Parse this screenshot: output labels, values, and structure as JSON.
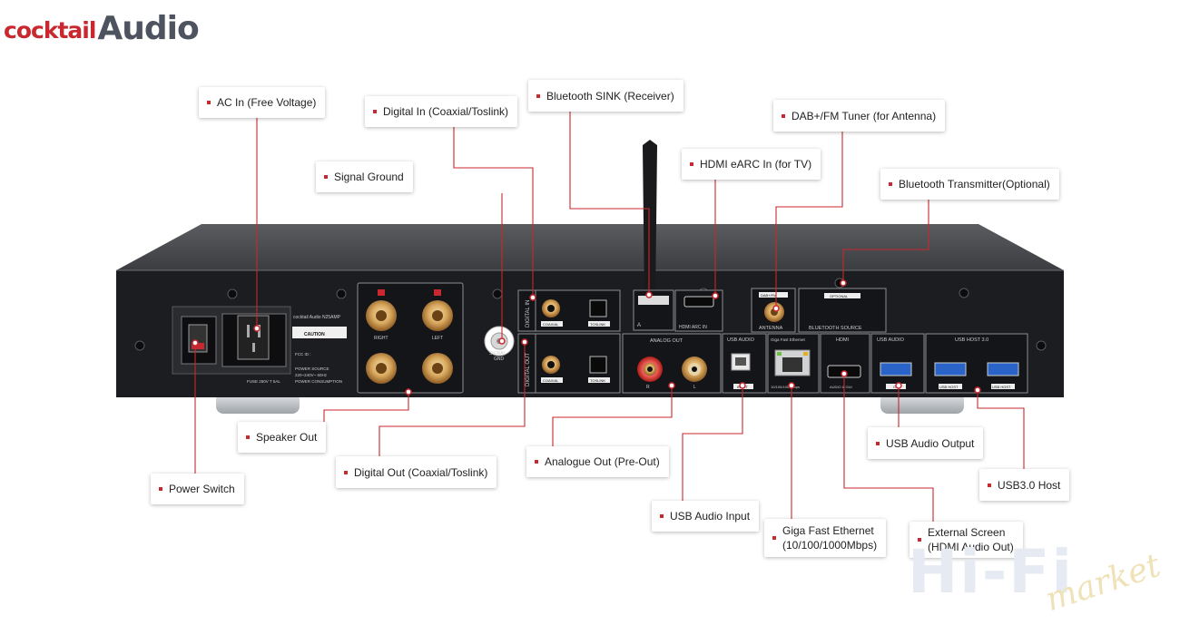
{
  "brand": {
    "part1": "cocktail",
    "part2": "Audio"
  },
  "callouts": {
    "ac_in": "AC In (Free Voltage)",
    "digital_in": "Digital In (Coaxial/Toslink)",
    "bt_sink": "Bluetooth SINK (Receiver)",
    "dab": "DAB+/FM Tuner (for Antenna)",
    "signal_ground": "Signal Ground",
    "hdmi_earc": "HDMI eARC In (for TV)",
    "bt_tx": "Bluetooth  Transmitter(Optional)",
    "speaker_out": "Speaker Out",
    "power_switch": "Power Switch",
    "digital_out": "Digital Out (Coaxial/Toslink)",
    "analogue_out": "Analogue Out (Pre-Out)",
    "usb_audio_input": "USB Audio Input",
    "ethernet_line1": "Giga Fast Ethernet",
    "ethernet_line2": "(10/100/1000Mbps)",
    "usb_audio_output": "USB Audio Output",
    "usb3_host": "USB3.0 Host",
    "ext_screen_line1": "External Screen",
    "ext_screen_line2": "(HDMI Audio Out)"
  },
  "panel": {
    "model_brand": "cocktail Audio N25AMP",
    "right": "RIGHT",
    "left": "LEFT",
    "caution": "CAUTION",
    "fcc": "FCC ID :",
    "power_source_1": "POWER SOURCE",
    "power_source_2": "220~240V~ 60Hz",
    "power_source_3": "POWER CONSUMPTION",
    "fuse": "FUSE  250V T 5AL",
    "signal_gnd_1": "SIGNAL",
    "signal_gnd_2": "GND",
    "digital_in": "DIGITAL IN",
    "digital_out": "DIGITAL OUT",
    "coaxial": "COAXIAL",
    "toslink": "TOSLINK",
    "analog_out": "ANALOG OUT",
    "r": "R",
    "l": "L",
    "usb_audio": "USB AUDIO",
    "input": "INPUT",
    "giga_eth": "Giga Fast Ethernet",
    "eth_speed": "10/100/1000Mbps",
    "hdmi": "HDMI",
    "hdmi_arc_in": "HDMI ARC IN",
    "audio_gui": "AUDIO & GUI",
    "usb_audio_2": "USB AUDIO",
    "out": "OUT",
    "usb_host_30": "USB HOST 3.0",
    "usb": "USB",
    "usb_rating": "(5V⎓1A max.)",
    "usb_host": "USB HOST",
    "dab_fm": "DAB+/FM",
    "antenna": "ANTENNA",
    "optional": "OPTIONAL",
    "bt_source": "BLUETOOTH SOURCE",
    "a": "A"
  },
  "watermark": {
    "hifi": "Hi-Fi",
    "market": "market"
  },
  "colors": {
    "accent": "#c8282e",
    "chassis": "#1c1d20",
    "chassis_top": "#4a4c50",
    "line": "#c8282e",
    "silver": "#c9cdd2"
  }
}
